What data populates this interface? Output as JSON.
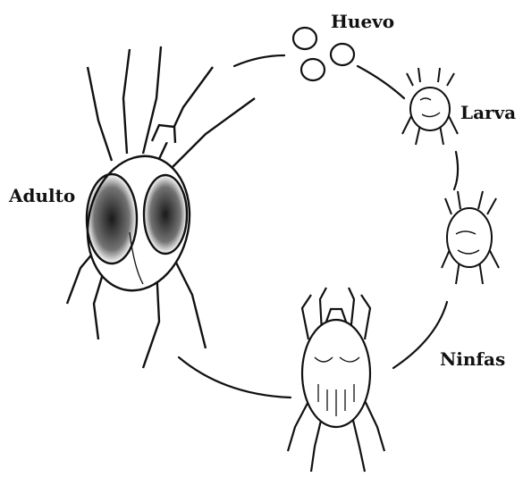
{
  "diagram": {
    "stages": [
      {
        "key": "huevo",
        "label": "Huevo"
      },
      {
        "key": "larva",
        "label": "Larva"
      },
      {
        "key": "ninfas",
        "label": "Ninfas"
      },
      {
        "key": "adulto",
        "label": "Adulto"
      }
    ],
    "ink_color": "#111111",
    "background": "#ffffff"
  }
}
